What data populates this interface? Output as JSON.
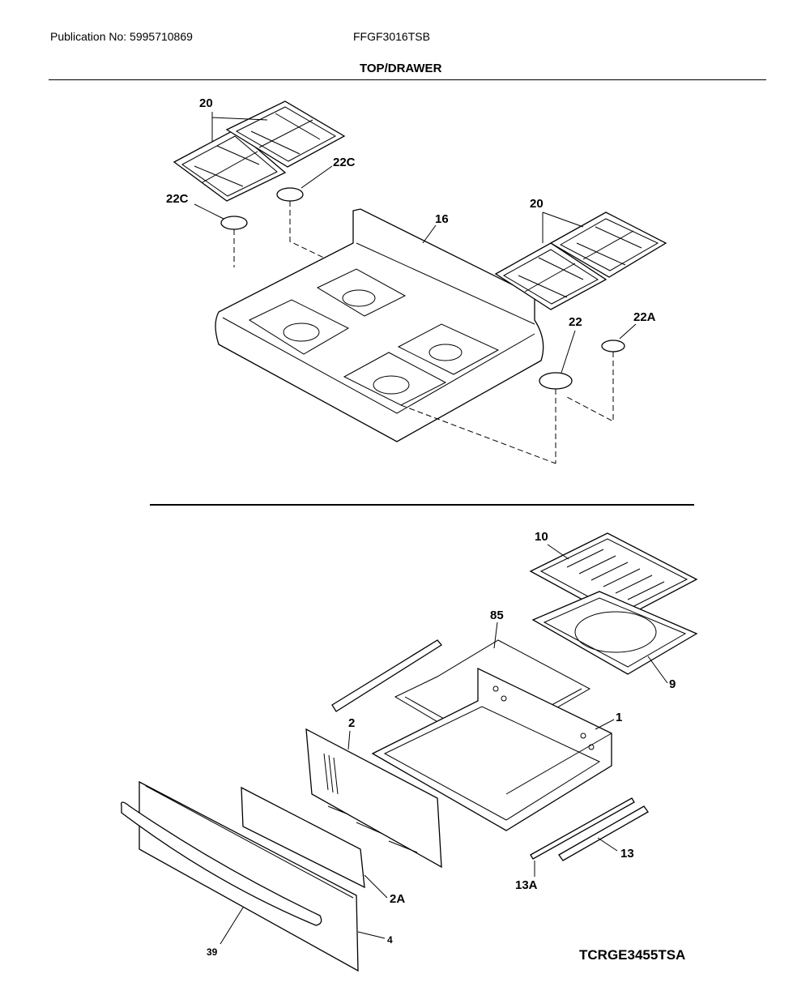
{
  "header": {
    "publication": "Publication No: 5995710869",
    "model": "FFGF3016TSB",
    "title": "TOP/DRAWER"
  },
  "callouts": {
    "grate_left": "20",
    "grate_right": "20",
    "cap_22c_a": "22C",
    "cap_22c_b": "22C",
    "cooktop": "16",
    "cap_22": "22",
    "cap_22a": "22A",
    "broiler_insert": "10",
    "broiler_pan": "9",
    "rack": "85",
    "drawer_body": "1",
    "drawer_back_panel": "2",
    "drawer_inner_panel": "2A",
    "drawer_front": "4",
    "handle": "39",
    "slide": "13",
    "slide_bracket": "13A"
  },
  "footer": {
    "diagram_code": "TCRGE3455TSA"
  }
}
